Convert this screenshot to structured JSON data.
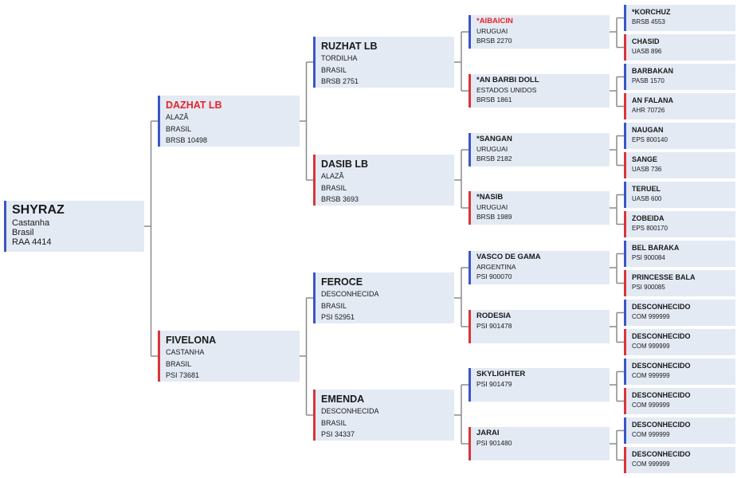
{
  "pedigree": {
    "root": {
      "name": "SHYRAZ",
      "lines": [
        "Castanha",
        "Brasil",
        "RAA 4414"
      ]
    },
    "g1": [
      {
        "name": "DAZHAT LB",
        "highlight": true,
        "lines": [
          "ALAZÃ",
          "BRASIL",
          "BRSB 10498"
        ]
      },
      {
        "name": "FIVELONA",
        "lines": [
          "CASTANHA",
          "BRASIL",
          "PSI 73681"
        ]
      }
    ],
    "g2": [
      {
        "name": "RUZHAT LB",
        "lines": [
          "TORDILHA",
          "BRASIL",
          "BRSB 2751"
        ]
      },
      {
        "name": "DASIB LB",
        "lines": [
          "ALAZÃ",
          "BRASIL",
          "BRSB 3693"
        ]
      },
      {
        "name": "FEROCE",
        "lines": [
          "DESCONHECIDA",
          "BRASIL",
          "PSI 52951"
        ]
      },
      {
        "name": "EMENDA",
        "lines": [
          "DESCONHECIDA",
          "BRASIL",
          "PSI 34337"
        ]
      }
    ],
    "g3": [
      {
        "name": "*AIBAICIN",
        "highlight": true,
        "lines": [
          "URUGUAI",
          "BRSB 2270"
        ]
      },
      {
        "name": "*AN BARBI DOLL",
        "lines": [
          "ESTADOS UNIDOS",
          "BRSB 1861"
        ]
      },
      {
        "name": "*SANGAN",
        "lines": [
          "URUGUAI",
          "BRSB 2182"
        ]
      },
      {
        "name": "*NASIB",
        "lines": [
          "URUGUAI",
          "BRSB 1989"
        ]
      },
      {
        "name": "VASCO DE GAMA",
        "lines": [
          "ARGENTINA",
          "PSI 900070"
        ]
      },
      {
        "name": "RODESIA",
        "lines": [
          "",
          "PSI 901478"
        ]
      },
      {
        "name": "SKYLIGHTER",
        "lines": [
          "",
          "PSI 901479"
        ]
      },
      {
        "name": "JARAI",
        "lines": [
          "",
          "PSI 901480"
        ]
      }
    ],
    "g4": [
      {
        "name": "*KORCHUZ",
        "lines": [
          "BRSB 4553"
        ]
      },
      {
        "name": "CHASID",
        "lines": [
          "UASB 896"
        ]
      },
      {
        "name": "BARBAKAN",
        "lines": [
          "PASB 1570"
        ]
      },
      {
        "name": "AN FALANA",
        "lines": [
          "AHR 70726"
        ]
      },
      {
        "name": "NAUGAN",
        "lines": [
          "EPS 800140"
        ]
      },
      {
        "name": "SANGE",
        "lines": [
          "UASB 736"
        ]
      },
      {
        "name": "TERUEL",
        "lines": [
          "UASB 600"
        ]
      },
      {
        "name": "ZOBEIDA",
        "lines": [
          "EPS 800170"
        ]
      },
      {
        "name": "BEL BARAKA",
        "lines": [
          "PSI 900084"
        ]
      },
      {
        "name": "PRINCESSE BALA",
        "lines": [
          "PSI 900085"
        ]
      },
      {
        "name": "DESCONHECIDO",
        "lines": [
          "COM 999999"
        ]
      },
      {
        "name": "DESCONHECIDO",
        "lines": [
          "COM 999999"
        ]
      },
      {
        "name": "DESCONHECIDO",
        "lines": [
          "COM 999999"
        ]
      },
      {
        "name": "DESCONHECIDO",
        "lines": [
          "COM 999999"
        ]
      },
      {
        "name": "DESCONHECIDO",
        "lines": [
          "COM 999999"
        ]
      },
      {
        "name": "DESCONHECIDO",
        "lines": [
          "COM 999999"
        ]
      }
    ]
  },
  "colors": {
    "box_bg": "#e3eaf3",
    "sire_bar": "#3a56c5",
    "dam_bar": "#d9343a",
    "highlight_text": "#e8232a",
    "connector": "#8a8a8a"
  }
}
